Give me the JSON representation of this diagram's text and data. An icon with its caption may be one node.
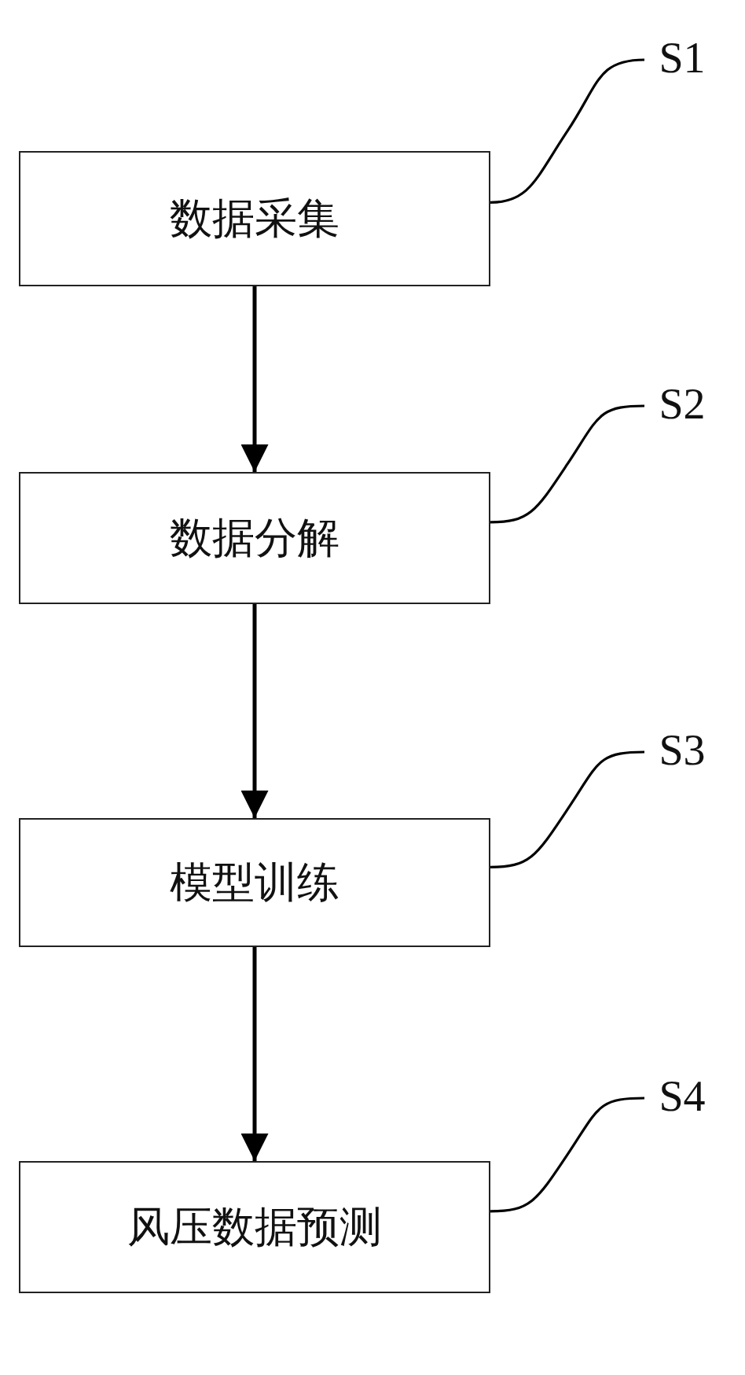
{
  "diagram": {
    "nodes": [
      {
        "text": [
          "S1"
        ]
      },
      {
        "text": [
          "数据采集"
        ]
      },
      {
        "text": [
          "S2"
        ]
      },
      {
        "text": [
          "数据分解"
        ]
      },
      {
        "text": [
          "S3"
        ]
      },
      {
        "text": [
          "模型训练"
        ]
      },
      {
        "text": [
          "S4"
        ]
      },
      {
        "text": [
          "风压数据预测"
        ]
      }
    ],
    "edges": [
      {
        "from": 1,
        "to": 3,
        "arrow": "to"
      },
      {
        "from": 3,
        "to": 5,
        "arrow": "to"
      },
      {
        "from": 5,
        "to": 7,
        "arrow": "to"
      },
      {
        "from": 0,
        "to": 1,
        "arrow": "none"
      },
      {
        "from": 2,
        "to": 3,
        "arrow": "none"
      },
      {
        "from": 4,
        "to": 5,
        "arrow": "none"
      },
      {
        "from": 6,
        "to": 7,
        "arrow": "none"
      }
    ]
  }
}
